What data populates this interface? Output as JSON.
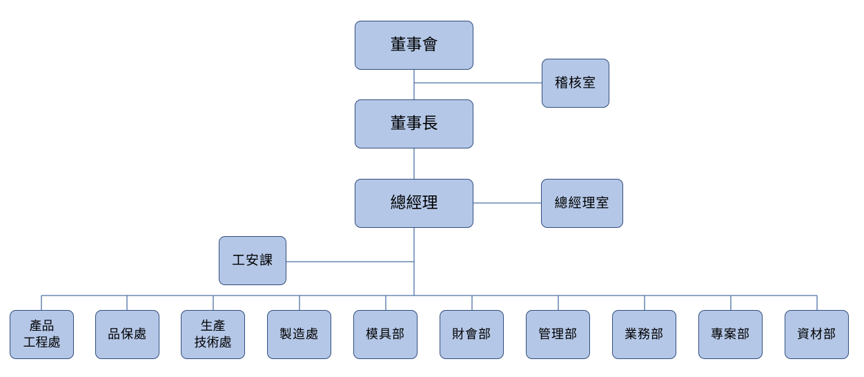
{
  "chart": {
    "board": "董事會",
    "audit": "稽核室",
    "chairman": "董事長",
    "gm": "總經理",
    "gm_office": "總經理室",
    "safety": "工安課",
    "departments": [
      "產品\n工程處",
      "品保處",
      "生產\n技術處",
      "製造處",
      "模具部",
      "財會部",
      "管理部",
      "業務部",
      "專案部",
      "資材部"
    ]
  },
  "colors": {
    "box_fill": "#b4c7e7",
    "box_border": "#2f4b7c",
    "connector": "#4a6fa5"
  }
}
